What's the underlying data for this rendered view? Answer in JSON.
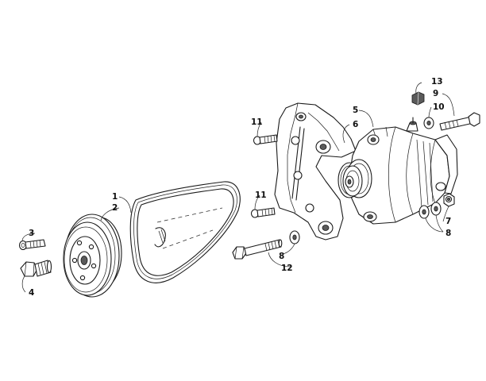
{
  "diagram": {
    "callouts": [
      {
        "id": "c1",
        "label": "1"
      },
      {
        "id": "c2",
        "label": "2"
      },
      {
        "id": "c3",
        "label": "3"
      },
      {
        "id": "c4",
        "label": "4"
      },
      {
        "id": "c5",
        "label": "5"
      },
      {
        "id": "c6",
        "label": "6"
      },
      {
        "id": "c7",
        "label": "7"
      },
      {
        "id": "c8a",
        "label": "8"
      },
      {
        "id": "c8b",
        "label": "8"
      },
      {
        "id": "c9",
        "label": "9"
      },
      {
        "id": "c10",
        "label": "10"
      },
      {
        "id": "c11a",
        "label": "11"
      },
      {
        "id": "c11b",
        "label": "11"
      },
      {
        "id": "c12",
        "label": "12"
      },
      {
        "id": "c13",
        "label": "13"
      }
    ]
  }
}
